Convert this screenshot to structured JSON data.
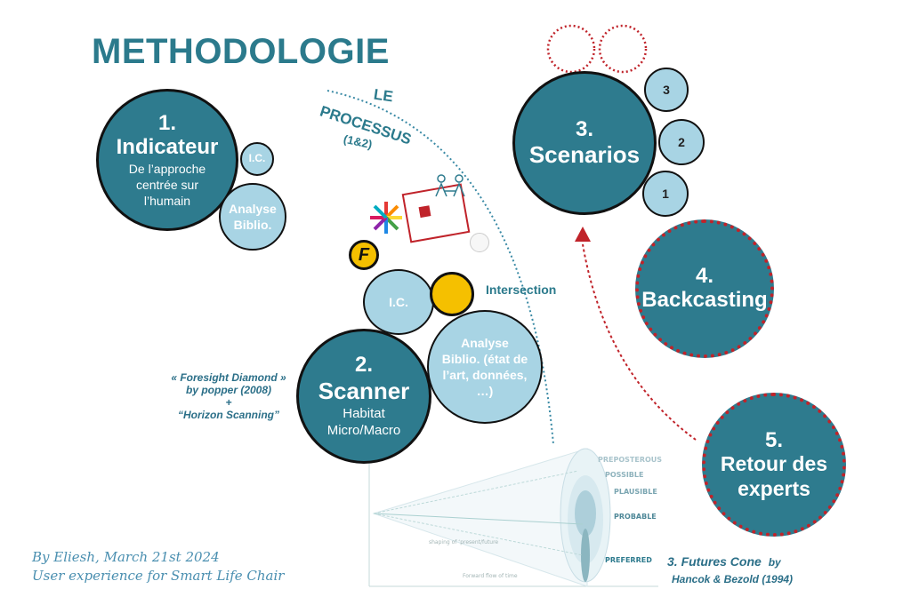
{
  "title": "METHODOLOGIE",
  "process": {
    "line1": "LE",
    "line2": "PROCESSUS",
    "line3": "(1&2)"
  },
  "indicator": {
    "number": "1.",
    "title": "Indicateur",
    "subtitle": "De l’approche centrée sur l’humain",
    "ic": "I.C.",
    "biblio": "Analyse Biblio."
  },
  "scanner": {
    "number": "2.",
    "title": "Scanner",
    "line1": "Habitat",
    "line2": "Micro/Macro",
    "ic": "I.C.",
    "biblio": "Analyse Biblio. (état de l’art, données, …)",
    "intersection": "Intersection",
    "f_logo": "F"
  },
  "scenarios": {
    "number": "3.",
    "title": "Scenarios",
    "items": [
      "3",
      "2",
      "1"
    ]
  },
  "backcasting": {
    "number": "4.",
    "title": "Backcasting"
  },
  "experts": {
    "number": "5.",
    "title": "Retour des experts"
  },
  "foresight": {
    "line1": "« Foresight Diamond »",
    "line2": "by popper (2008)",
    "line3": "+",
    "line4": "“Horizon Scanning”"
  },
  "cone": {
    "caption": "3. Futures Cone",
    "by": "by",
    "credit": "Hancok & Bezold (1994)",
    "labels": [
      "PREPOSTEROUS",
      "POSSIBLE",
      "PLAUSIBLE",
      "PROBABLE",
      "PREFERRED"
    ]
  },
  "byline": {
    "line1": "By Eliesh, March 21st 2024",
    "line2": "User experience for Smart Life Chair"
  },
  "colors": {
    "teal": "#2e7b8e",
    "light": "#a8d4e4",
    "red": "#c0232a",
    "yellow": "#f5c000"
  }
}
